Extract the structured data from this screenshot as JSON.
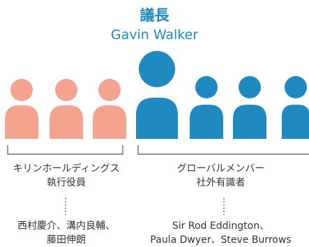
{
  "header": {
    "title": "議長",
    "chairman": "Gavin Walker"
  },
  "groups": [
    {
      "name_line1": "キリンホールディングス",
      "name_line2": "執行役員",
      "members_line1": "西村慶介、溝内良輔、",
      "members_line2": "藤田伸朗"
    },
    {
      "name_line1": "グローバルメンバー",
      "name_line2": "社外有識者",
      "members_line1": "Sir Rod Eddington、",
      "members_line2": "Paula Dwyer、Steve Burrows"
    }
  ],
  "colors": {
    "accent": "#1e8ac0",
    "internal": "#f4a38f",
    "external": "#1e8ac0",
    "bracket": "#555555"
  }
}
